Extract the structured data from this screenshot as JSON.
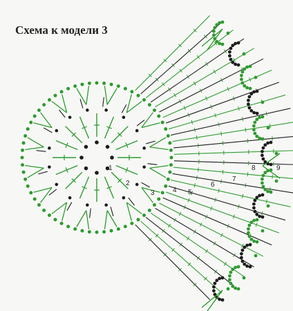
{
  "title": "Схема к модели 3",
  "row_numbers": [
    "1",
    "2",
    "3",
    "4",
    "5",
    "6",
    "7",
    "8",
    "9"
  ],
  "colors": {
    "background": "#f7f8f6",
    "green": "#2f9a2f",
    "black": "#1c1c1c"
  }
}
